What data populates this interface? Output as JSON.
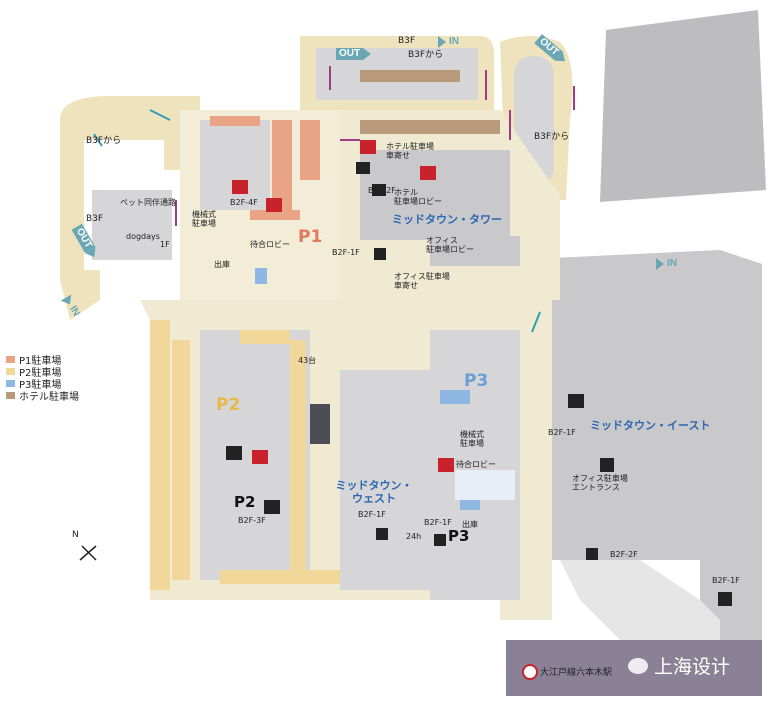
{
  "legend": [
    {
      "label": "P1駐車場",
      "color": "#e9a486"
    },
    {
      "label": "P2駐車場",
      "color": "#f2d79a"
    },
    {
      "label": "P3駐車場",
      "color": "#8fb7e3"
    },
    {
      "label": "ホテル駐車場",
      "color": "#b99a7a"
    }
  ],
  "parking": {
    "p1": "P1",
    "p2": "P2",
    "p3": "P3",
    "p2_sign": "P2",
    "p3_sign": "P3"
  },
  "buildings": {
    "tower": "ミッドタウン・タワー",
    "east": "ミッドタウン・イースト",
    "west": "ミッドタウン・ウェスト"
  },
  "labels": {
    "b3f_top": "B3F",
    "b3f_from_top": "B3Fから",
    "b3f_from_left": "B3Fから",
    "b3f_left": "B3F",
    "b3f_from_right": "B3Fから",
    "pet_path": "ペット同伴通路",
    "dogdays": "dogdays",
    "dogdays_floor": "1F",
    "b2f_4f": "B2F-4F",
    "mech_p1": "機械式\n駐車場",
    "lobby_p1": "待合ロビー",
    "exit_p1": "出庫",
    "hotel_parking_car": "ホテル駐車場\n車寄せ",
    "b2f_2f_hotel": "B2F-2F",
    "hotel_lobby": "ホテル\n駐車場ロビー",
    "b2f_1f_tower": "B2F-1F",
    "office_lobby": "オフィス\n駐車場ロビー",
    "office_car": "オフィス駐車場\n車寄せ",
    "bike_43": "43台",
    "b2f_3f": "B2F-3F",
    "b2f_1f_west": "B2F-1F",
    "b2f_1f_p3": "B2F-1F",
    "h24": "24h",
    "mech_p3": "機械式\n駐車場",
    "lobby_p3": "待合ロビー",
    "exit_p3": "出庫",
    "b2f_1f_east": "B2F-1F",
    "office_entrance": "オフィス駐車場\nエントランス",
    "b2f_2f_east": "B2F-2F",
    "b2f_1f_corner": "B2F-1F",
    "station": "大江戸線六本木駅",
    "compass": "N"
  },
  "signs": {
    "out_top": "OUT",
    "in_top": "IN",
    "out_right": "OUT",
    "out_left": "OUT",
    "in_left": "IN",
    "in_right": "IN"
  },
  "watermark": "上海设计",
  "colors": {
    "p1": "#e9a486",
    "p2": "#f2d79a",
    "p3": "#8fb7e3",
    "hotel": "#b99a7a",
    "road": "#f6efdc",
    "block": "#bfbfc1",
    "floor": "#e6e6e6",
    "sign": "#6aa7b5",
    "arrow": "#a03a86",
    "teal_arrow": "#2d9fb3",
    "blue_text": "#2a66b0",
    "station_bg": "#7a6f8e"
  }
}
